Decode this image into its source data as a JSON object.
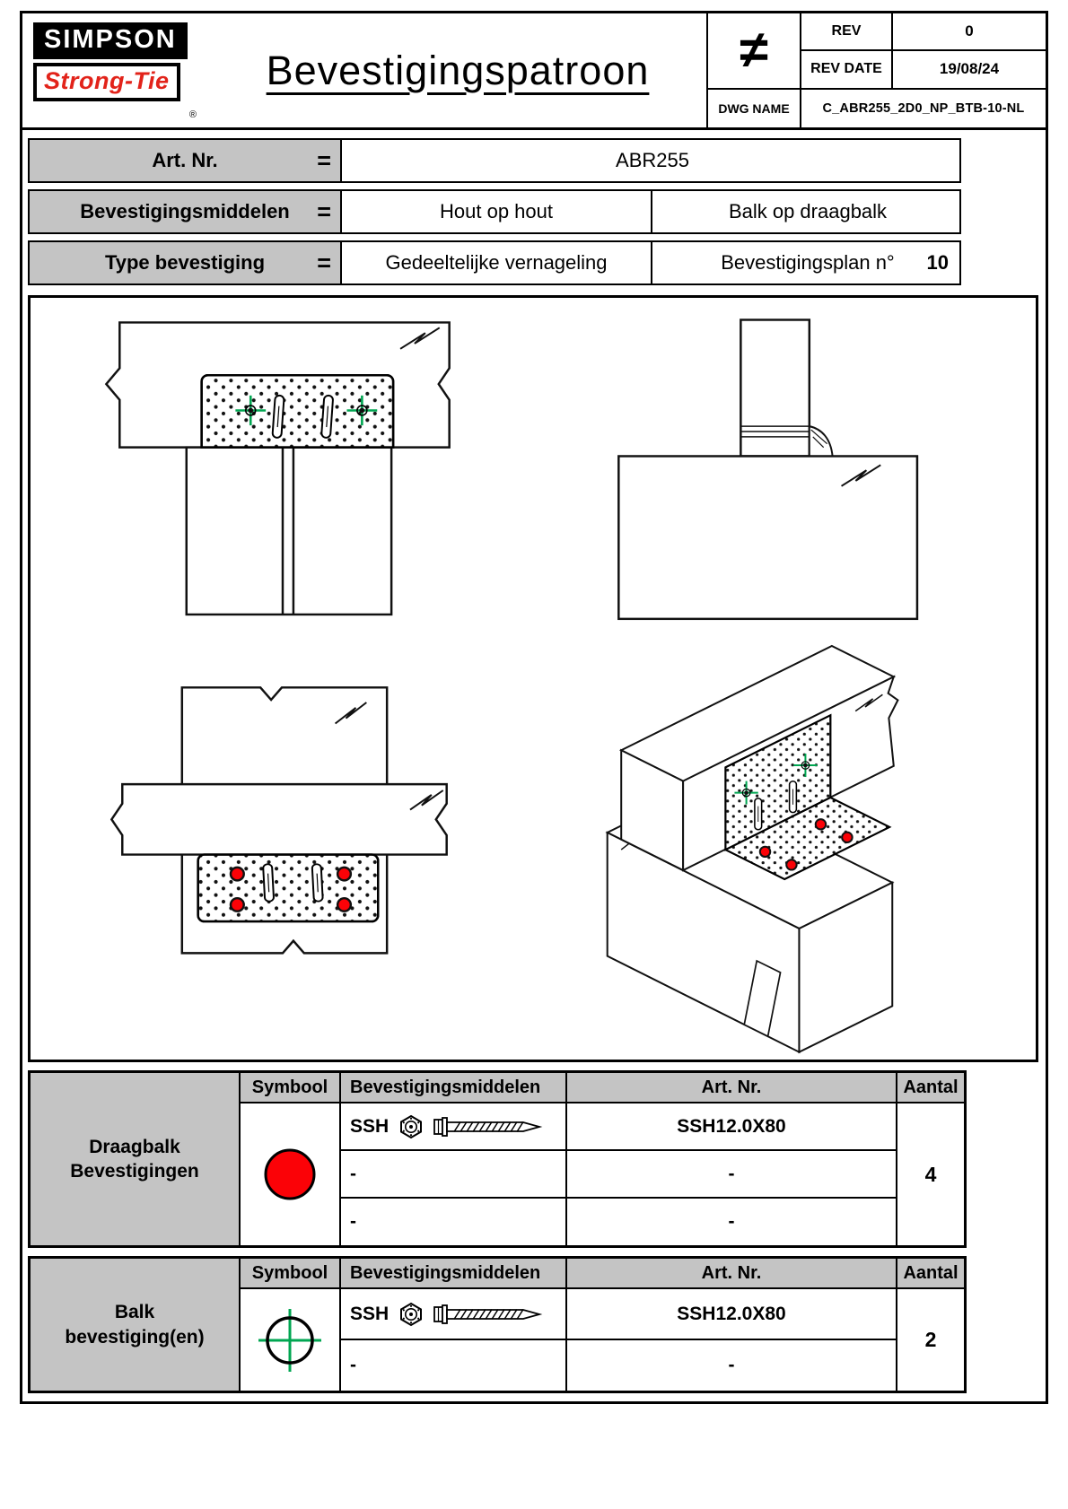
{
  "header": {
    "logo": {
      "line1": "SIMPSON",
      "line2": "Strong-Tie",
      "registered": "®"
    },
    "title": "Bevestigingspatroon",
    "title_block": {
      "not_equal": "≠",
      "rev_label": "REV",
      "rev_value": "0",
      "rev_date_label": "REV DATE",
      "rev_date_value": "19/08/24",
      "dwg_label": "DWG NAME",
      "dwg_value": "C_ABR255_2D0_NP_BTB-10-NL"
    }
  },
  "info": {
    "rows": [
      {
        "label": "Art. Nr.",
        "eq": "=",
        "value": "ABR255"
      },
      {
        "label": "Bevestigingsmiddelen",
        "eq": "=",
        "left": "Hout op hout",
        "right": "Balk op draagbalk"
      },
      {
        "label": "Type bevestiging",
        "eq": "=",
        "left": "Gedeeltelijke vernageling",
        "right_label": "Bevestigingsplan n°",
        "right_value": "10"
      }
    ]
  },
  "tables": [
    {
      "group_label": "Draagbalk\nBevestigingen",
      "headers": {
        "symbol": "Symbool",
        "fasteners": "Bevestigingsmiddelen",
        "art": "Art. Nr.",
        "qty": "Aantal"
      },
      "symbol_icon": "red-filled-circle",
      "rows": [
        {
          "fastener": "SSH",
          "art": "SSH12.0X80"
        },
        {
          "fastener": "-",
          "art": "-"
        },
        {
          "fastener": "-",
          "art": "-"
        }
      ],
      "qty": "4"
    },
    {
      "group_label": "Balk\nbevestiging(en)",
      "headers": {
        "symbol": "Symbool",
        "fasteners": "Bevestigingsmiddelen",
        "art": "Art. Nr.",
        "qty": "Aantal"
      },
      "symbol_icon": "green-crosshair-circle",
      "rows": [
        {
          "fastener": "SSH",
          "art": "SSH12.0X80"
        },
        {
          "fastener": "-",
          "art": "-"
        }
      ],
      "qty": "2"
    }
  ],
  "drawing": {
    "views": [
      "front-view",
      "side-view",
      "top-view",
      "isometric-view"
    ],
    "markers": {
      "red_dot": "draagbalk-fastener",
      "green_crosshair": "balk-fastener"
    }
  },
  "colors": {
    "logo_red": "#e2231a",
    "marker_red": "#fb0207",
    "marker_green": "#00a651",
    "table_gray": "#c4c4c4"
  }
}
